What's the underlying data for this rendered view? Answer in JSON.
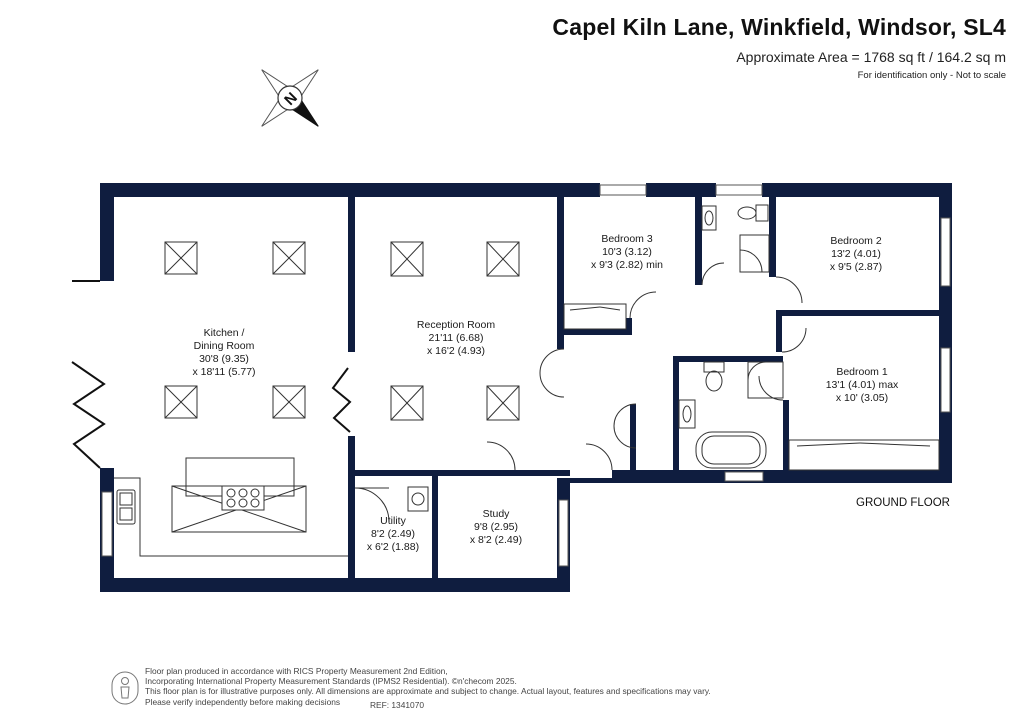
{
  "header": {
    "title": "Capel Kiln Lane, Winkfield, Windsor, SL4",
    "area": "Approximate Area = 1768 sq ft / 164.2 sq m",
    "note": "For identification only - Not to scale"
  },
  "compass": {
    "letter": "N"
  },
  "floor_label": "GROUND FLOOR",
  "rooms": {
    "kitchen": {
      "name_1": "Kitchen /",
      "name_2": "Dining Room",
      "dim_1": "30'8 (9.35)",
      "dim_2": "x 18'11 (5.77)"
    },
    "reception": {
      "name": "Reception Room",
      "dim_1": "21'11 (6.68)",
      "dim_2": "x 16'2 (4.93)"
    },
    "bedroom3": {
      "name": "Bedroom 3",
      "dim_1": "10'3 (3.12)",
      "dim_2": "x 9'3 (2.82) min"
    },
    "bedroom2": {
      "name": "Bedroom 2",
      "dim_1": "13'2 (4.01)",
      "dim_2": "x 9'5 (2.87)"
    },
    "bedroom1": {
      "name": "Bedroom 1",
      "dim_1": "13'1 (4.01) max",
      "dim_2": "x 10' (3.05)"
    },
    "utility": {
      "name": "Utility",
      "dim_1": "8'2 (2.49)",
      "dim_2": "x 6'2 (1.88)"
    },
    "study": {
      "name": "Study",
      "dim_1": "9'8 (2.95)",
      "dim_2": "x 8'2 (2.49)"
    }
  },
  "footer": {
    "line_1": "Floor plan produced in accordance with RICS Property Measurement 2nd Edition,",
    "line_2": "Incorporating International Property Measurement Standards (IPMS2 Residential).  ©n'checom 2025.",
    "line_3": "This floor plan is for illustrative purposes only. All dimensions are approximate and subject to change. Actual layout, features and specifications may vary.",
    "line_4": "Please verify independently before making decisions",
    "ref": "REF:  1341070"
  },
  "colors": {
    "wall": "#0f1d3f",
    "fixture": "#333333",
    "text": "#1a1a1a"
  }
}
